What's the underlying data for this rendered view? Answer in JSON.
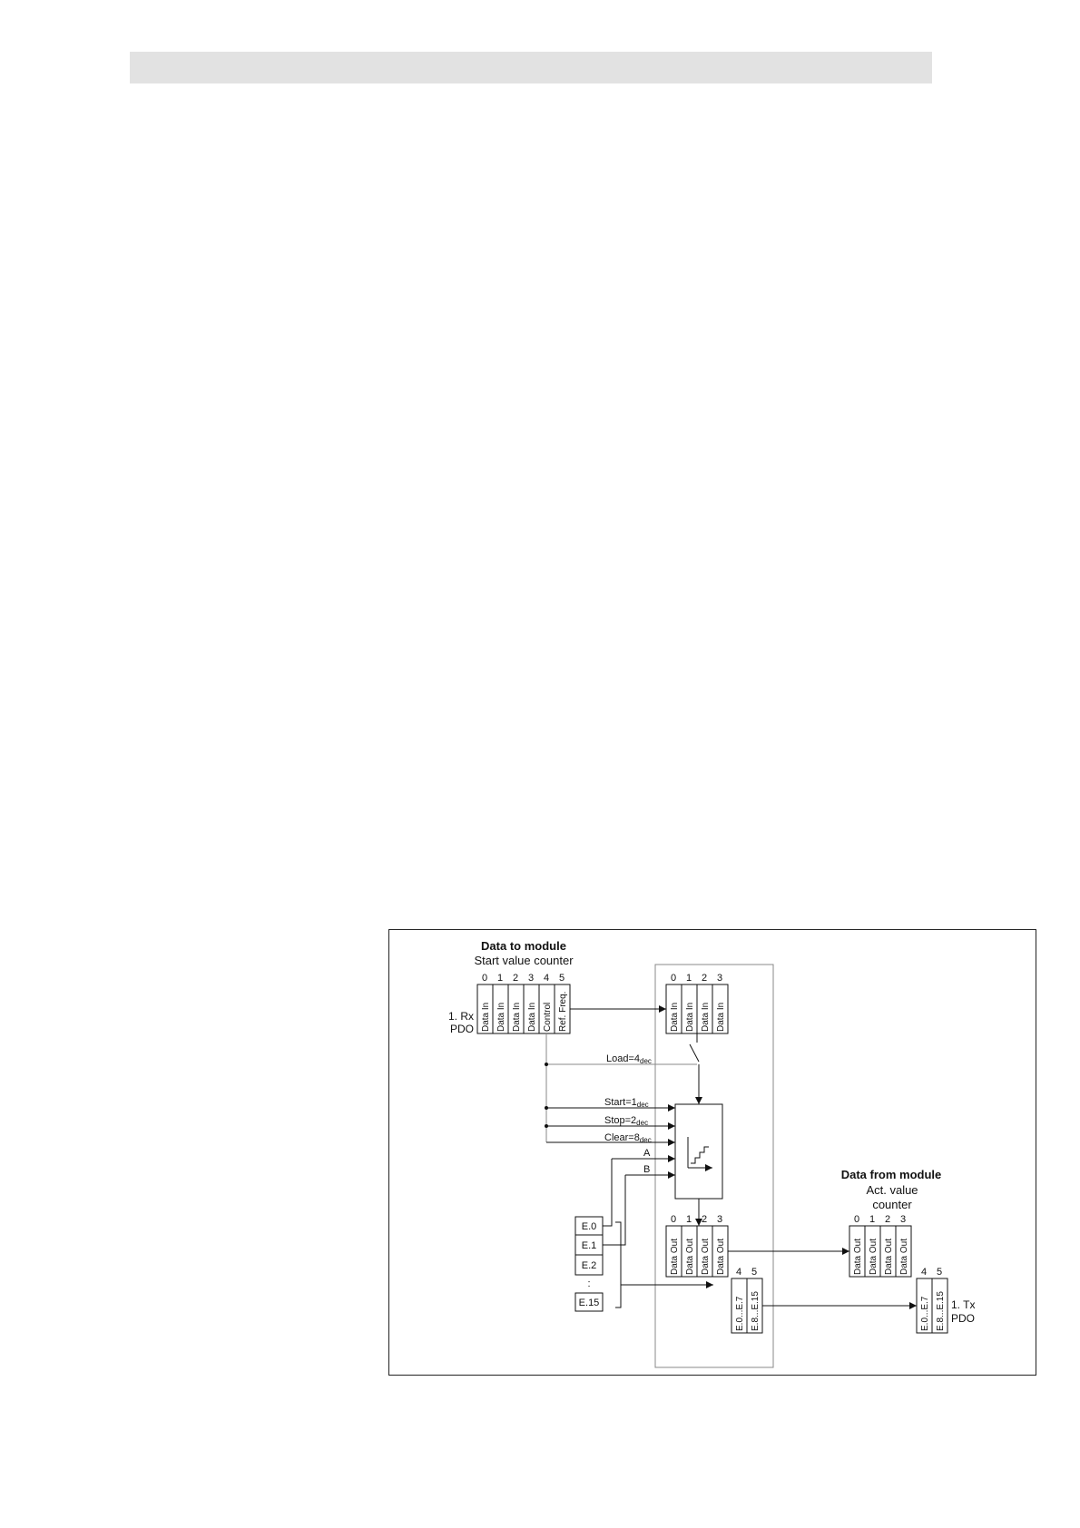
{
  "header": {
    "color": "#e2e2e2"
  },
  "diagram": {
    "left": {
      "title": "Data to module",
      "subtitle": "Start value counter",
      "indices": [
        "0",
        "1",
        "2",
        "3",
        "4",
        "5"
      ],
      "cells": [
        "Data In",
        "Data In",
        "Data In",
        "Data In",
        "Control",
        "Ref. Freq."
      ],
      "pdo_line1": "1. Rx",
      "pdo_line2": "PDO"
    },
    "module_in": {
      "indices": [
        "0",
        "1",
        "2",
        "3"
      ],
      "cells": [
        "Data In",
        "Data In",
        "Data In",
        "Data In"
      ]
    },
    "signals": {
      "load": "Load=4",
      "start": "Start=1",
      "stop": "Stop=2",
      "clear": "Clear=8",
      "sub": "dec",
      "a": "A",
      "b": "B"
    },
    "inputs": {
      "items": [
        "E.0",
        "E.1",
        "E.2"
      ],
      "ellipsis": ":",
      "last": "E.15"
    },
    "module_out": {
      "indices": [
        "0",
        "1",
        "2",
        "3"
      ],
      "cells": [
        "Data Out",
        "Data Out",
        "Data Out",
        "Data Out"
      ],
      "idx_extra": [
        "4",
        "5"
      ],
      "cells_extra": [
        "E.0...E.7",
        "E.8...E.15"
      ]
    },
    "right": {
      "title": "Data from module",
      "subtitle_line1": "Act. value",
      "subtitle_line2": "counter",
      "indices": [
        "0",
        "1",
        "2",
        "3"
      ],
      "cells": [
        "Data Out",
        "Data Out",
        "Data Out",
        "Data Out"
      ],
      "idx_extra": [
        "4",
        "5"
      ],
      "cells_extra": [
        "E.0...E.7",
        "E.8...E.15"
      ],
      "pdo_line1": "1. Tx",
      "pdo_line2": "PDO"
    }
  }
}
